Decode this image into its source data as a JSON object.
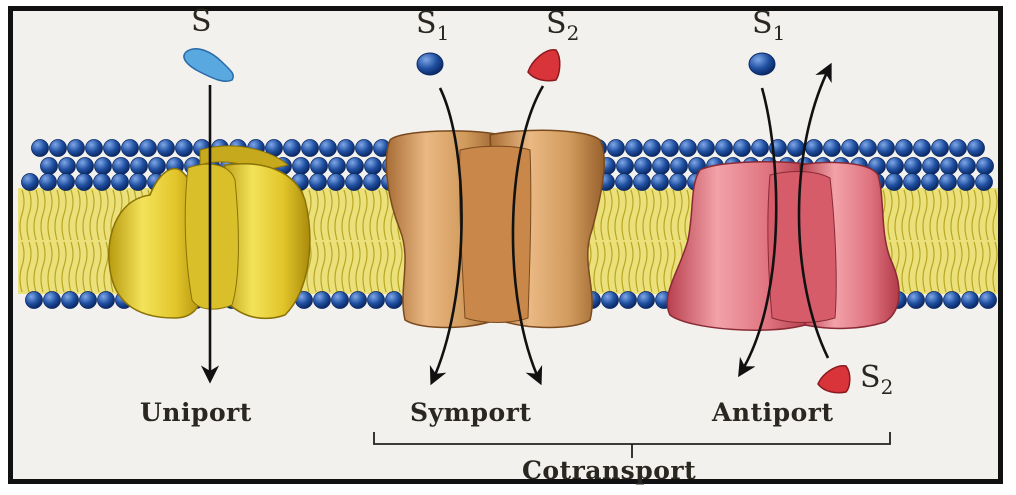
{
  "labels": {
    "uniport_substrate": "S",
    "symport_s1": "S",
    "symport_s1_sub": "1",
    "symport_s2": "S",
    "symport_s2_sub": "2",
    "antiport_s1": "S",
    "antiport_s1_sub": "1",
    "antiport_s2": "S",
    "antiport_s2_sub": "2",
    "uniport": "Uniport",
    "symport": "Symport",
    "antiport": "Antiport",
    "cotransport": "Cotransport"
  },
  "colors": {
    "head_group": "#1f4fa0",
    "tail": "#e3d64a",
    "uniport_protein": "#e6cf2e",
    "symport_protein": "#d19a5c",
    "antiport_protein": "#e0707a",
    "substrate_s": "#5aa8e0",
    "substrate_s1": "#1f3fa0",
    "substrate_s2": "#d8343a"
  }
}
